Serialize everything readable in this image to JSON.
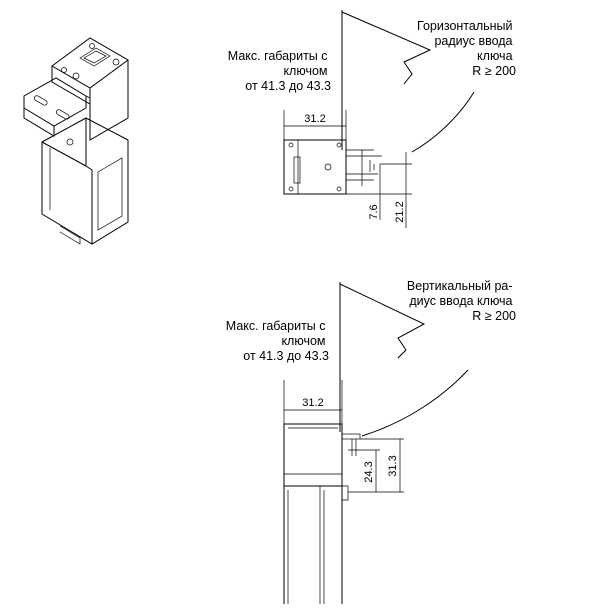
{
  "views": {
    "top": {
      "max_label": [
        "Макс. габариты с",
        "ключом",
        "от 41.3 до 43.3"
      ],
      "radius_label": [
        "Горизонтальный",
        "радиус ввода",
        "ключа",
        "R ≥ 200"
      ],
      "dim_width": "31.2",
      "dim_a": "7.6",
      "dim_b": "21.2"
    },
    "side": {
      "max_label": [
        "Макс. габариты с",
        "ключом",
        "от 41.3 до 43.3"
      ],
      "radius_label": [
        "Вертикальный ра-",
        "диус ввода ключа",
        "R ≥ 200"
      ],
      "dim_width": "31.2",
      "dim_a": "24.3",
      "dim_b": "31.3"
    }
  }
}
